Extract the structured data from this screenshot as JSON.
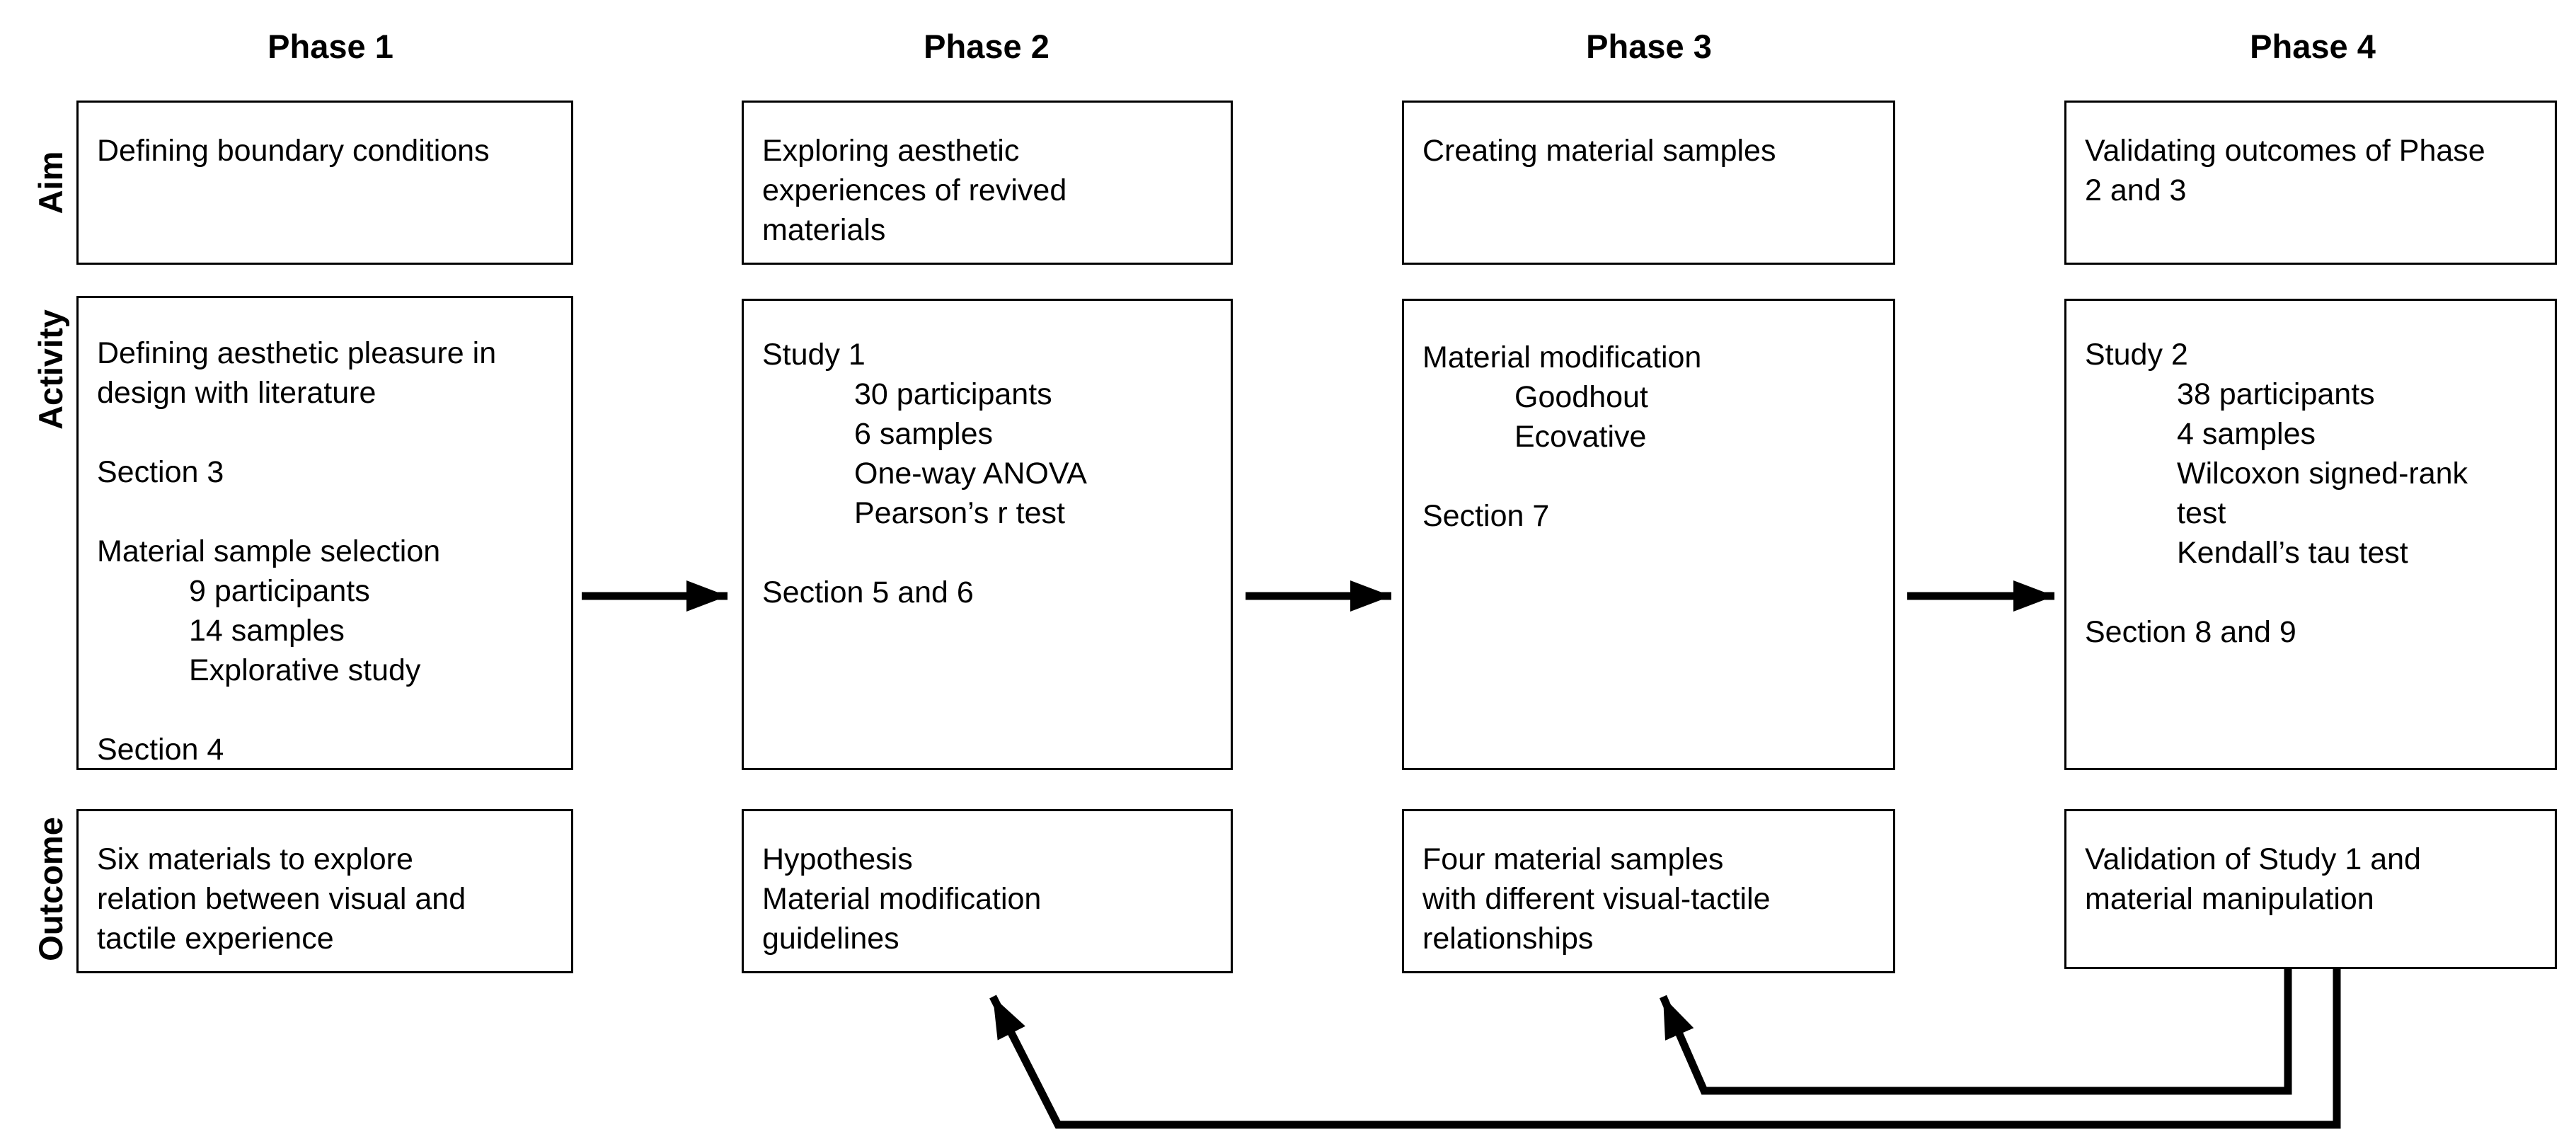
{
  "phases": [
    "Phase 1",
    "Phase 2",
    "Phase 3",
    "Phase 4"
  ],
  "row_labels": [
    "Aim",
    "Activity",
    "Outcome"
  ],
  "aim": [
    [
      "Defining boundary conditions"
    ],
    [
      "Exploring  aesthetic",
      "experiences of revived",
      "materials"
    ],
    [
      "Creating material samples"
    ],
    [
      "Validating outcomes of Phase",
      "2 and 3"
    ]
  ],
  "activity": [
    [
      {
        "t": "Defining aesthetic pleasure in",
        "i": 0
      },
      {
        "t": "design with literature",
        "i": 0
      },
      {
        "t": "",
        "i": 0
      },
      {
        "t": "Section 3",
        "i": 0
      },
      {
        "t": "",
        "i": 0
      },
      {
        "t": "Material sample selection",
        "i": 0
      },
      {
        "t": "9 participants",
        "i": 1
      },
      {
        "t": "14 samples",
        "i": 1
      },
      {
        "t": "Explorative study",
        "i": 1
      },
      {
        "t": "",
        "i": 0
      },
      {
        "t": "Section 4",
        "i": 0
      }
    ],
    [
      {
        "t": "Study 1",
        "i": 0
      },
      {
        "t": "30 participants",
        "i": 1
      },
      {
        "t": "6 samples",
        "i": 1
      },
      {
        "t": "One-way ANOVA",
        "i": 1
      },
      {
        "t": "Pearson’s r test",
        "i": 1
      },
      {
        "t": "",
        "i": 0
      },
      {
        "t": "Section 5 and 6",
        "i": 0
      }
    ],
    [
      {
        "t": "Material modification",
        "i": 0
      },
      {
        "t": "Goodhout",
        "i": 1
      },
      {
        "t": "Ecovative",
        "i": 1
      },
      {
        "t": "",
        "i": 0
      },
      {
        "t": "Section 7",
        "i": 0
      }
    ],
    [
      {
        "t": "Study 2",
        "i": 0
      },
      {
        "t": "38 participants",
        "i": 1
      },
      {
        "t": "4 samples",
        "i": 1
      },
      {
        "t": "Wilcoxon signed-rank",
        "i": 1
      },
      {
        "t": "test",
        "i": 1
      },
      {
        "t": "Kendall’s tau test",
        "i": 1
      },
      {
        "t": "",
        "i": 0
      },
      {
        "t": "Section 8 and 9",
        "i": 0
      }
    ]
  ],
  "outcome": [
    [
      "Six materials to explore",
      "relation between visual and",
      "tactile experience"
    ],
    [
      "Hypothesis",
      "Material modification",
      "guidelines"
    ],
    [
      "Four material samples",
      "with different visual-tactile",
      "relationships"
    ],
    [
      "Validation of Study 1 and",
      "material manipulation"
    ]
  ]
}
